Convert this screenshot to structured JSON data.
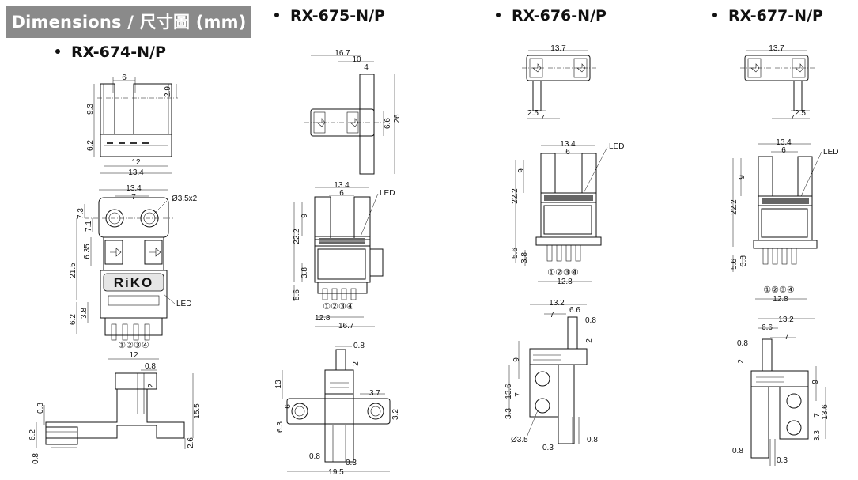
{
  "header": {
    "title": "Dimensions / 尺寸圖 (mm)"
  },
  "models": [
    {
      "name": "RX-674-N/P"
    },
    {
      "name": "RX-675-N/P"
    },
    {
      "name": "RX-676-N/P"
    },
    {
      "name": "RX-677-N/P"
    }
  ],
  "rx674": {
    "top": {
      "d_6": "6",
      "d_2_9": "2.9",
      "d_9_3": "9.3",
      "d_6_2": "6.2",
      "d_12": "12",
      "d_13_4": "13.4"
    },
    "front": {
      "d_13_4": "13.4",
      "d_7": "7",
      "hole": "Ø3.5x2",
      "d_7_3": "7.3",
      "d_7_1": "7.1",
      "d_21_5": "21.5",
      "d_6_35": "6.35",
      "brand": "RiKO",
      "led": "LED",
      "d_6_2": "6.2",
      "d_3_8": "3.8",
      "pins": "①②③④",
      "d_12": "12"
    },
    "side": {
      "d_0_8": "0.8",
      "d_2": "2",
      "d_0_3": "0.3",
      "d_15_5": "15.5",
      "d_6_2": "6.2",
      "d_2_6": "2.6",
      "d_0_8b": "0.8"
    }
  },
  "rx675": {
    "top": {
      "d_16_7": "16.7",
      "d_10": "10",
      "d_4": "4",
      "d_6_6": "6.6",
      "d_26": "26"
    },
    "front": {
      "d_13_4": "13.4",
      "d_6": "6",
      "led": "LED",
      "d_9": "9",
      "d_22_2": "22.2",
      "d_3_8": "3.8",
      "d_5_6": "5.6",
      "pins": "①②③④",
      "d_12_8": "12.8",
      "d_16_7": "16.7"
    },
    "side": {
      "d_0_8": "0.8",
      "d_2": "2",
      "d_13": "13",
      "d_6": "6",
      "d_3_7": "3.7",
      "d_6_3": "6.3",
      "d_3_2": "3.2",
      "d_0_8b": "0.8",
      "d_0_3": "0.3",
      "d_19_5": "19.5"
    }
  },
  "rx676": {
    "top": {
      "d_13_7": "13.7",
      "d_2_5": "2.5",
      "d_7": "7"
    },
    "front": {
      "d_13_4": "13.4",
      "d_6": "6",
      "led": "LED",
      "d_9": "9",
      "d_22_2": "22.2",
      "d_5_6": "5.6",
      "d_3_8": "3.8",
      "pins": "①②③④",
      "d_12_8": "12.8"
    },
    "side": {
      "d_13_2": "13.2",
      "d_7": "7",
      "d_6_6": "6.6",
      "d_0_8": "0.8",
      "d_2": "2",
      "d_9": "9",
      "d_13_6": "13.6",
      "d_7b": "7",
      "d_3_3": "3.3",
      "hole": "Ø3.5",
      "d_0_8b": "0.8",
      "d_0_3": "0.3"
    }
  },
  "rx677": {
    "top": {
      "d_13_7": "13.7",
      "d_2_5": "2.5",
      "d_7": "7"
    },
    "front": {
      "d_13_4": "13.4",
      "d_6": "6",
      "led": "LED",
      "d_9": "9",
      "d_22_2": "22.2",
      "d_5_6": "5.6",
      "d_3_8": "3.8",
      "pins": "①②③④",
      "d_12_8": "12.8"
    },
    "side": {
      "d_13_2": "13.2",
      "d_6_6": "6.6",
      "d_7": "7",
      "d_0_8": "0.8",
      "d_2": "2",
      "d_9": "9",
      "d_7b": "7",
      "d_13_6": "13.6",
      "d_3_3": "3.3",
      "d_0_8b": "0.8",
      "d_0_3": "0.3"
    }
  }
}
